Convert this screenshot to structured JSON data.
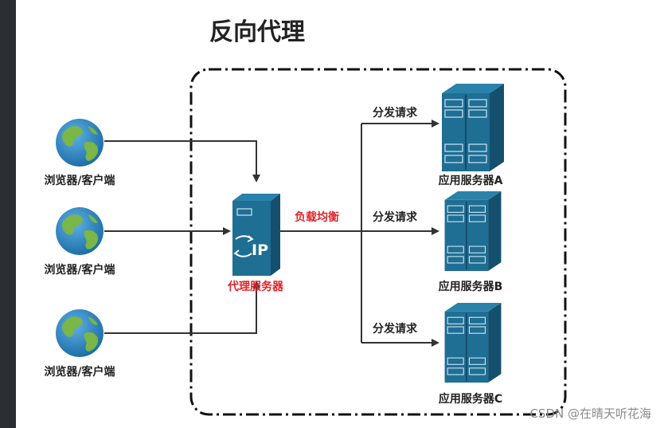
{
  "title": "反向代理",
  "clients": [
    {
      "label": "浏览器/客户端"
    },
    {
      "label": "浏览器/客户端"
    },
    {
      "label": "浏览器/客户端"
    }
  ],
  "proxy": {
    "label": "代理服务器",
    "badge": "IP",
    "label_color": "#e0242a"
  },
  "load_balance": {
    "label": "负载均衡",
    "color": "#e0242a"
  },
  "dispatch": [
    {
      "label": "分发请求"
    },
    {
      "label": "分发请求"
    },
    {
      "label": "分发请求"
    }
  ],
  "servers": [
    {
      "label": "应用服务器A"
    },
    {
      "label": "应用服务器B"
    },
    {
      "label": "应用服务器C"
    }
  ],
  "watermark": "CSDN @在晴天听花海",
  "colors": {
    "server_face": "#1f6e94",
    "server_side": "#14506e",
    "server_top": "#2a82aa",
    "globe_ocean": "#2e86c1",
    "globe_land": "#7ab648",
    "arrow": "#333333"
  }
}
